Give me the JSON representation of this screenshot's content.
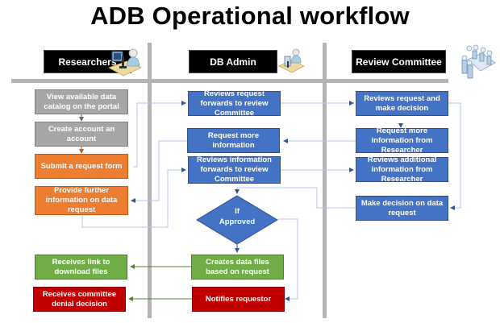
{
  "title": "ADB Operational workflow",
  "lanes": [
    {
      "name": "Researchers",
      "icon": "researcher-microscope-icon"
    },
    {
      "name": "DB Admin",
      "icon": "admin-computer-icon"
    },
    {
      "name": "Review Committee",
      "icon": "committee-meeting-icon"
    }
  ],
  "researchers": {
    "view_catalog": "View available data catalog on the portal",
    "create_account": "Create account an account",
    "submit_request": "Submit a request form",
    "provide_info": "Provide further information on data request",
    "receives_link": "Receives link to download files",
    "receives_denial": "Receives committee denial decision"
  },
  "db_admin": {
    "reviews_request": "Reviews request forwards to review Committee",
    "request_more_info": "Request more information",
    "reviews_information": "Reviews information forwards to review Committee",
    "decision_line1": "If",
    "decision_line2": "Approved",
    "creates_files": "Creates data files based on request",
    "notifies": "Notifies requestor"
  },
  "committee": {
    "reviews_decide": "Reviews request and make decision",
    "request_more_from_researcher": "Request more information from  Researcher",
    "reviews_additional": "Reviews additional information from Researcher",
    "make_decision": "Make decision on data request"
  },
  "colors": {
    "gray": "#a6a6a6",
    "orange": "#ed7d31",
    "blue": "#4472c4",
    "green": "#70ad47",
    "red": "#c00000",
    "connector": "#b4c7e7",
    "green_connector": "#548235"
  }
}
